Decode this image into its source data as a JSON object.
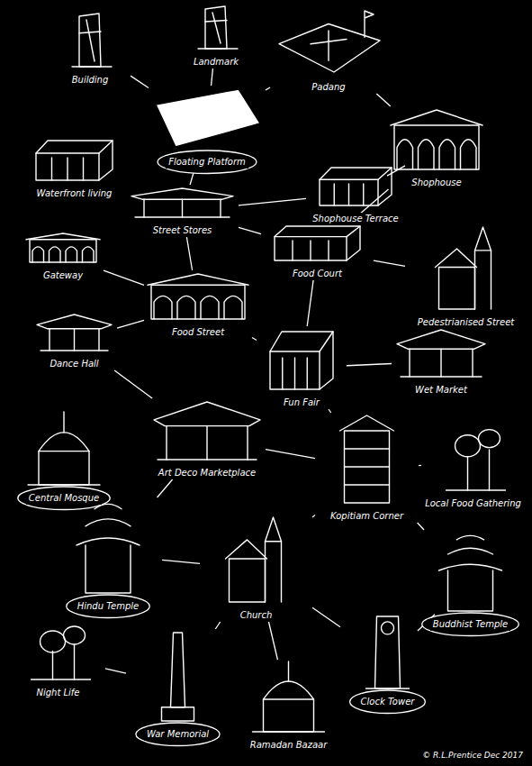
{
  "diagram": {
    "nodes": [
      {
        "text": [
          "Landmark"
        ]
      },
      {
        "text": [
          "Building"
        ]
      },
      {
        "text": [
          "Padang"
        ]
      },
      {
        "text": [
          "Shophouse"
        ]
      },
      {
        "text": [
          "Floating Platform"
        ]
      },
      {
        "text": [
          "Waterfront living"
        ]
      },
      {
        "text": [
          "Shophouse Terrace"
        ]
      },
      {
        "text": [
          "Street Stores"
        ]
      },
      {
        "text": [
          "Gateway"
        ]
      },
      {
        "text": [
          "Food Court"
        ]
      },
      {
        "text": [
          "Pedestrianised Street"
        ]
      },
      {
        "text": [
          "Food Street"
        ]
      },
      {
        "text": [
          "Dance Hall"
        ]
      },
      {
        "text": [
          "Fun Fair"
        ]
      },
      {
        "text": [
          "Wet Market"
        ]
      },
      {
        "text": [
          "Central Mosque"
        ]
      },
      {
        "text": [
          "Art Deco Marketplace"
        ]
      },
      {
        "text": [
          "Kopitiam Corner"
        ]
      },
      {
        "text": [
          "Local Food Gathering"
        ]
      },
      {
        "text": [
          "Hindu Temple"
        ]
      },
      {
        "text": [
          "Church"
        ]
      },
      {
        "text": [
          "Buddhist Temple"
        ]
      },
      {
        "text": [
          "Night Life"
        ]
      },
      {
        "text": [
          "Clock Tower"
        ]
      },
      {
        "text": [
          "War Memorial"
        ]
      },
      {
        "text": [
          "Ramadan Bazaar"
        ]
      }
    ],
    "edges": [
      {
        "from": 0,
        "to": 4,
        "arrow": "none"
      },
      {
        "from": 1,
        "to": 4,
        "arrow": "none"
      },
      {
        "from": 2,
        "to": 4,
        "arrow": "none"
      },
      {
        "from": 2,
        "to": 3,
        "arrow": "none"
      },
      {
        "from": 4,
        "to": 7,
        "arrow": "none"
      },
      {
        "from": 5,
        "to": 7,
        "arrow": "none"
      },
      {
        "from": 3,
        "to": 6,
        "arrow": "none"
      },
      {
        "from": 6,
        "to": 7,
        "arrow": "none"
      },
      {
        "from": 7,
        "to": 9,
        "arrow": "none"
      },
      {
        "from": 7,
        "to": 11,
        "arrow": "none"
      },
      {
        "from": 8,
        "to": 11,
        "arrow": "none"
      },
      {
        "from": 9,
        "to": 10,
        "arrow": "none"
      },
      {
        "from": 9,
        "to": 13,
        "arrow": "none"
      },
      {
        "from": 11,
        "to": 12,
        "arrow": "none"
      },
      {
        "from": 11,
        "to": 13,
        "arrow": "none"
      },
      {
        "from": 13,
        "to": 14,
        "arrow": "none"
      },
      {
        "from": 12,
        "to": 16,
        "arrow": "none"
      },
      {
        "from": 13,
        "to": 17,
        "arrow": "none"
      },
      {
        "from": 16,
        "to": 17,
        "arrow": "none"
      },
      {
        "from": 15,
        "to": 19,
        "arrow": "none"
      },
      {
        "from": 17,
        "to": 18,
        "arrow": "none"
      },
      {
        "from": 17,
        "to": 20,
        "arrow": "none"
      },
      {
        "from": 17,
        "to": 21,
        "arrow": "none"
      },
      {
        "from": 19,
        "to": 20,
        "arrow": "none"
      },
      {
        "from": 20,
        "to": 23,
        "arrow": "none"
      },
      {
        "from": 20,
        "to": 24,
        "arrow": "none"
      },
      {
        "from": 22,
        "to": 24,
        "arrow": "none"
      },
      {
        "from": 21,
        "to": 23,
        "arrow": "none"
      },
      {
        "from": 10,
        "to": 14,
        "arrow": "none"
      },
      {
        "from": 16,
        "to": 19,
        "arrow": "none"
      },
      {
        "from": 25,
        "to": 20,
        "arrow": "none"
      },
      {
        "from": 3,
        "to": 9,
        "arrow": "none"
      }
    ],
    "labels": [
      "© R.L.Prentice Dec 2017"
    ]
  }
}
